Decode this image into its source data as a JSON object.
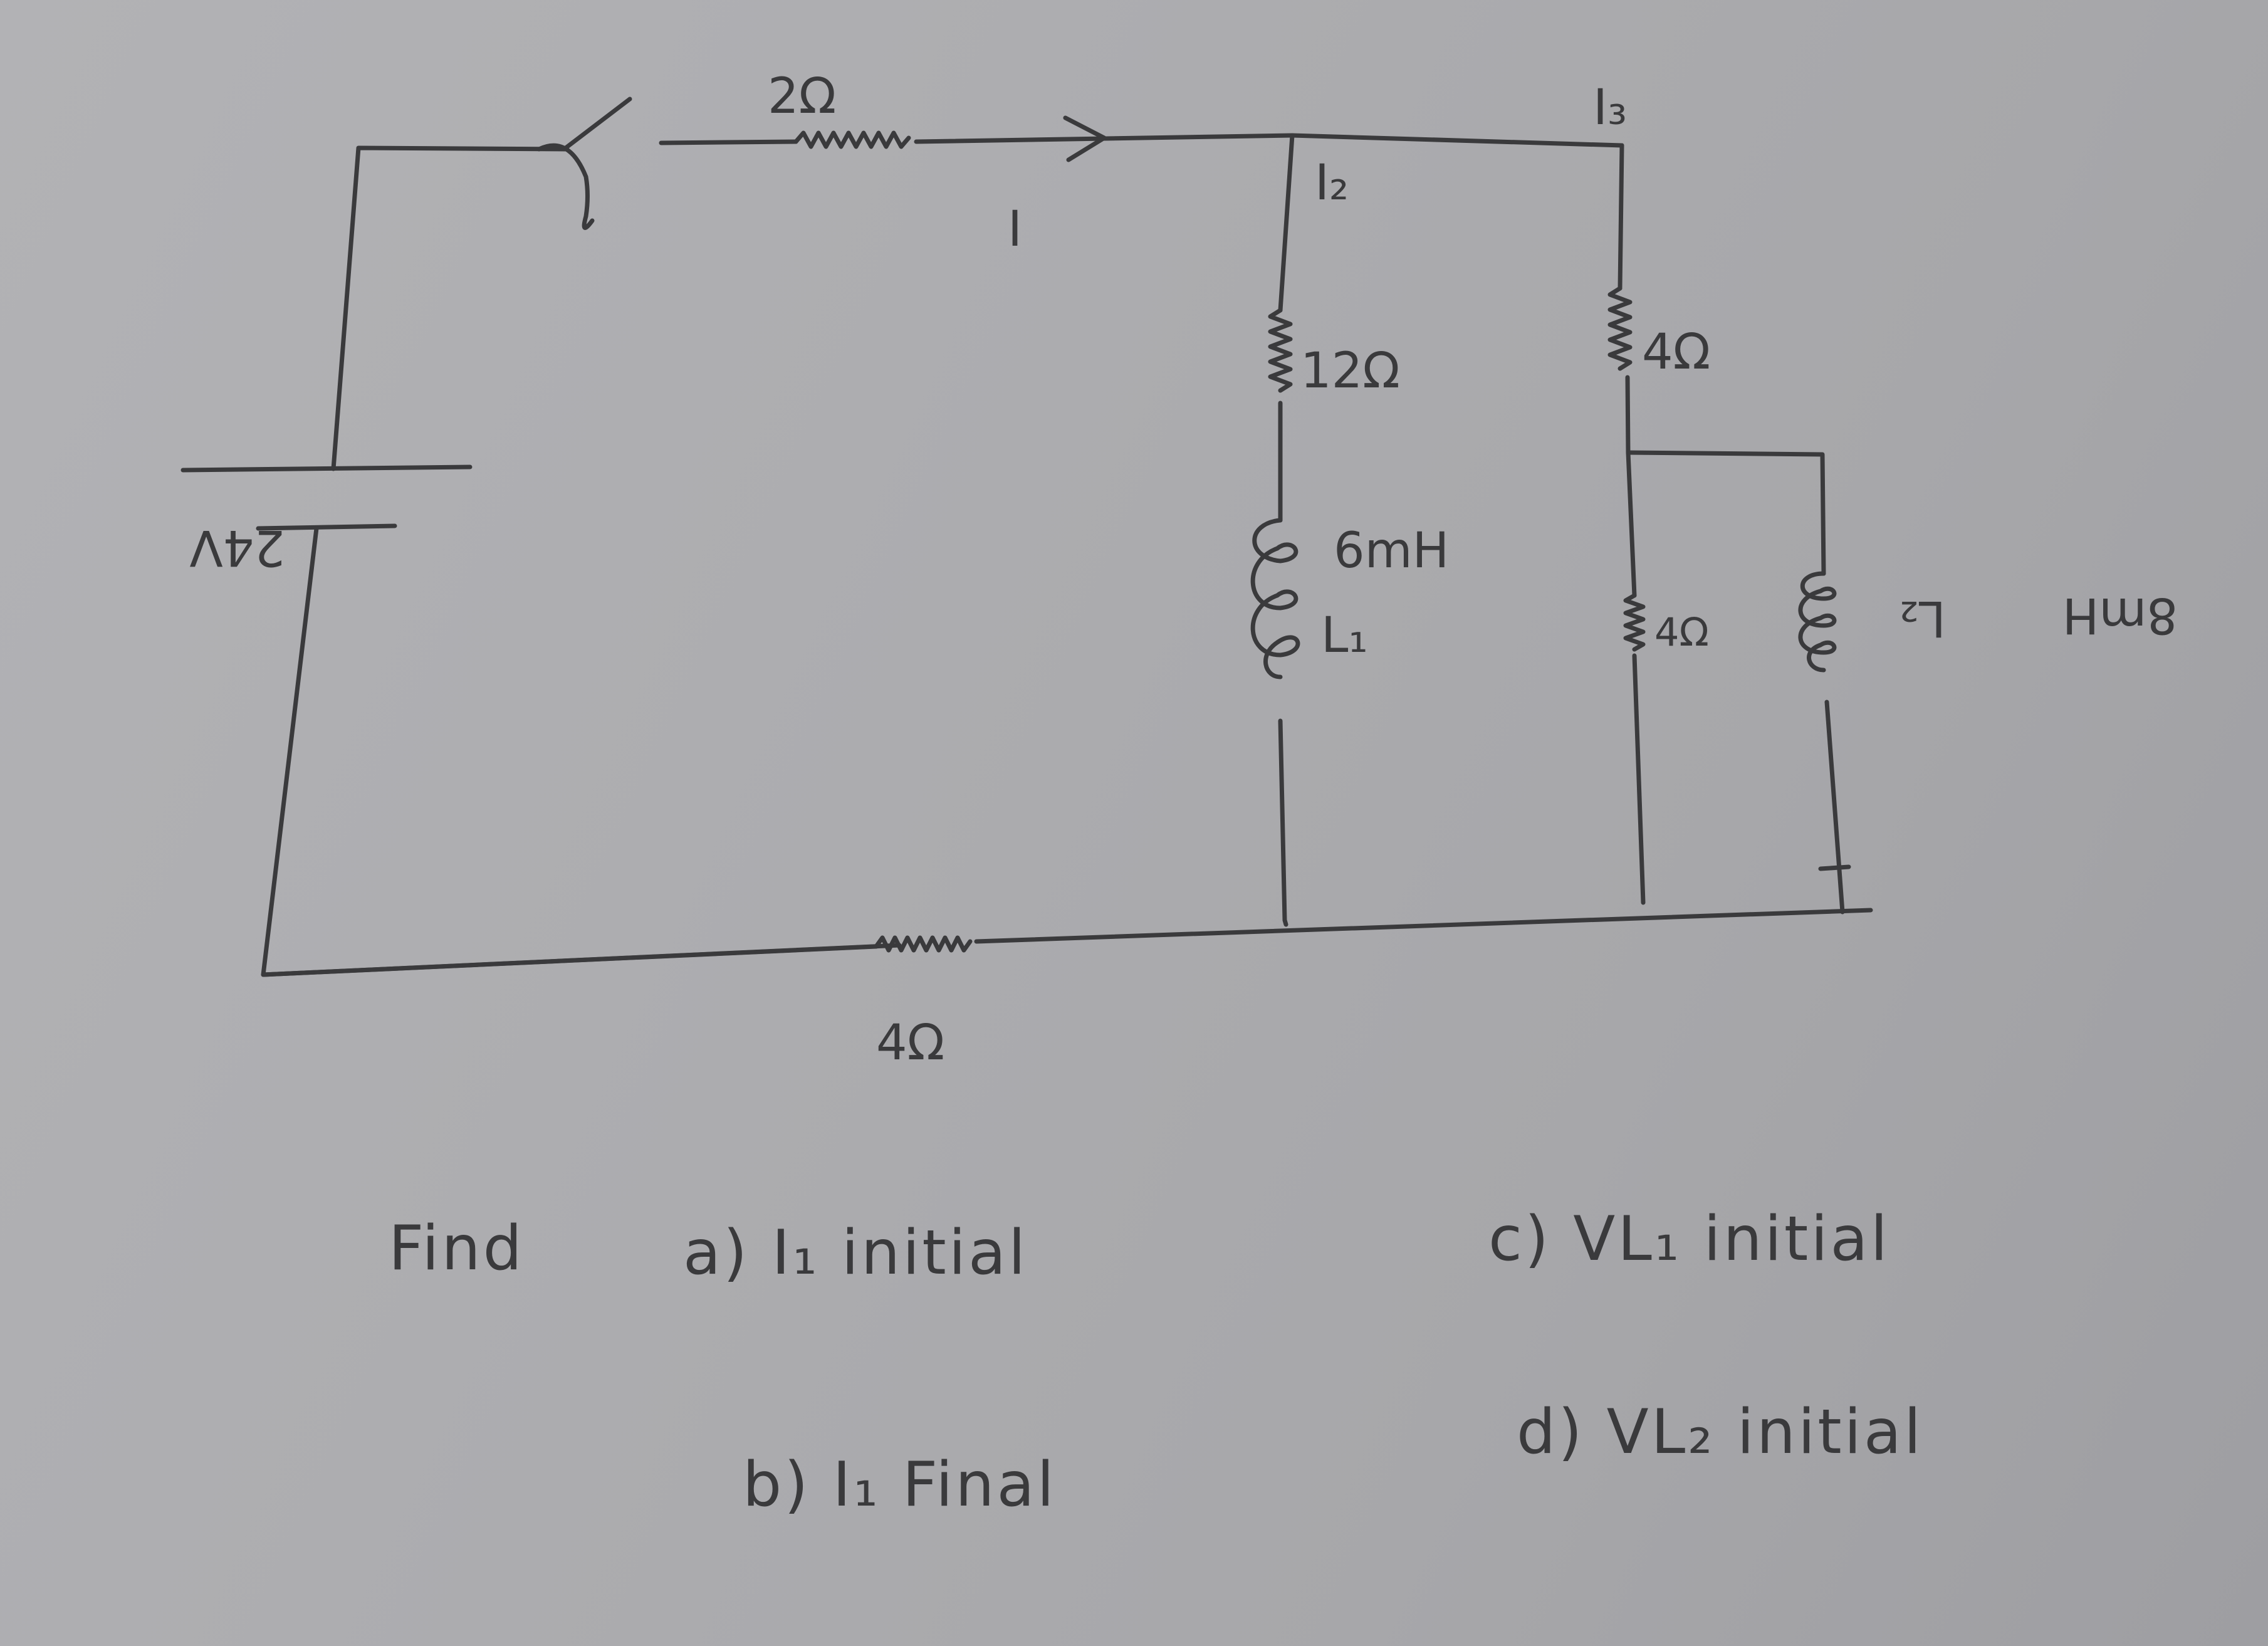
{
  "circuit": {
    "source_voltage": "24V",
    "r_series_top": "2Ω",
    "current_main": "I",
    "current_branch2": "I₂",
    "current_branch3": "I₃",
    "r_branch2": "12Ω",
    "l1_value": "6mH",
    "l1_name": "L₁",
    "r_branch3_top": "4Ω",
    "r_branch3_parallel": "4Ω",
    "l2_name": "L₂",
    "l2_value": "8mH",
    "r_bottom": "4Ω"
  },
  "questions": {
    "find_label": "Find",
    "a": "a) I₁ initial",
    "b": "b) I₁ Final",
    "c": "c) VL₁ initial",
    "d": "d) VL₂ initial"
  },
  "colors": {
    "ink": "#3a3a3c",
    "paper": "#adadb0"
  }
}
